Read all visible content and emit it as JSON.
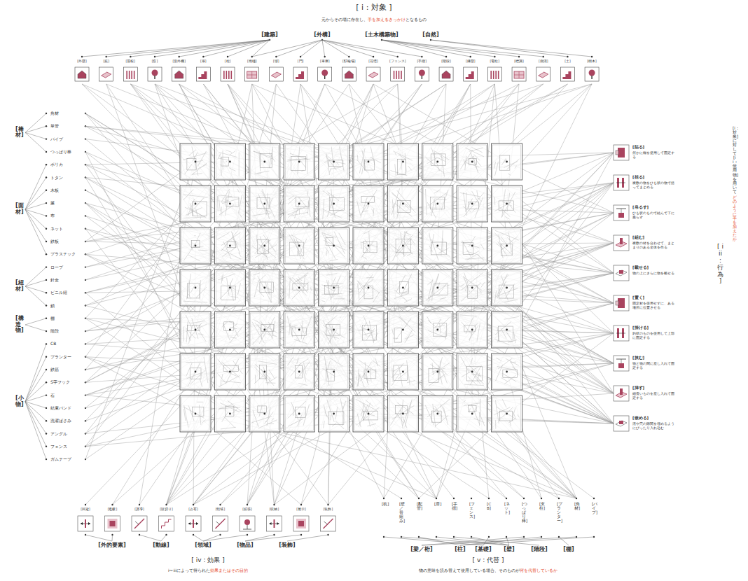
{
  "diagram": {
    "labels": [
      "[ i : 対象 ]",
      "元からその場に存在し、",
      "手を加えるきっかけ",
      "となるもの",
      "[建築]",
      "[外構]",
      "[土木構築物]",
      "[自然]",
      "[外壁]",
      "[庇]",
      "[屋根]",
      "[窓]",
      "[室外機]",
      "[扉]",
      "[柱]",
      "[雨樋]",
      "[塀]",
      "[門]",
      "[車庫]",
      "[駐輪場]",
      "[花壇]",
      "[フェンス]",
      "[手摺]",
      "[階段]",
      "[擁壁]",
      "[電柱]",
      "[標識]",
      "[側溝]",
      "[土]",
      "[樹木]",
      "角材",
      "単管",
      "パイプ",
      "つっぱり棒",
      "ポリカ",
      "トタン",
      "木板",
      "簾",
      "布",
      "ネット",
      "鉄板",
      "プラスチック",
      "ロープ",
      "針金",
      "ビニル紐",
      "鎖",
      "棚",
      "階段",
      "CB",
      "プランター",
      "鉄筋",
      "S字フック",
      "石",
      "結束バンド",
      "洗濯ばさみ",
      "アングル",
      "フェンス",
      "ガムテープ",
      "[棒材]",
      "[面材]",
      "[紐材]",
      "[構造物]",
      "[小物]",
      "[貼る]",
      "何かに糊を使用して固定する",
      "[括る]",
      "複数の物をひも状の物で括ってまとめる",
      "[吊るす]",
      "ひも状のもので結んで下に垂らす",
      "[組む]",
      "複数の材を合わせて、まとまりのある全体を作る",
      "[載せる]",
      "物の上にさらに物を載せる",
      "[置く]",
      "固定材を使用せずに、ある場所に位置させる",
      "[掛ける]",
      "鉤状のものを使用して上部に固定する",
      "[挟む]",
      "物と物の間に差し入れて固定する",
      "[挿す]",
      "細長いものを差し入れて固定する",
      "[嵌める]",
      "溝や穴の隙間を埋めるようにぴったり入れ込む",
      "[ iii : 行為 ]",
      "[i：対象] に対して [ii：使用物] を用いて",
      "どのように手を加えたか",
      "[回避]",
      "[遮蔽]",
      "[誘導]",
      "[区切り]",
      "[占有]",
      "[領域]",
      "[拡張]",
      "[収納]",
      "[展示]",
      "[装飾]",
      "[外的要素]",
      "[動線]",
      "[領域]",
      "[物品]",
      "[装飾]",
      "[ iv : 効果 ]",
      "i〜iiiによって得られた",
      "効果またはその目的",
      "[杭]",
      "[壁／骨組み]",
      "[配管]",
      "[扉]",
      "[手摺]",
      "[フェンス]",
      "[CB]",
      "[ネット]",
      "[つっぱり棒]",
      "[支柱]",
      "[プランター]",
      "[角材]",
      "[パイプ]",
      "[梁／桁]",
      "[柱]",
      "[基礎]",
      "[壁]",
      "[階段]",
      "[棚]",
      "[ v : 代替 ]",
      "物の意味を読み替えて使用している場合、そのものが",
      "何を代替しているか"
    ]
  }
}
